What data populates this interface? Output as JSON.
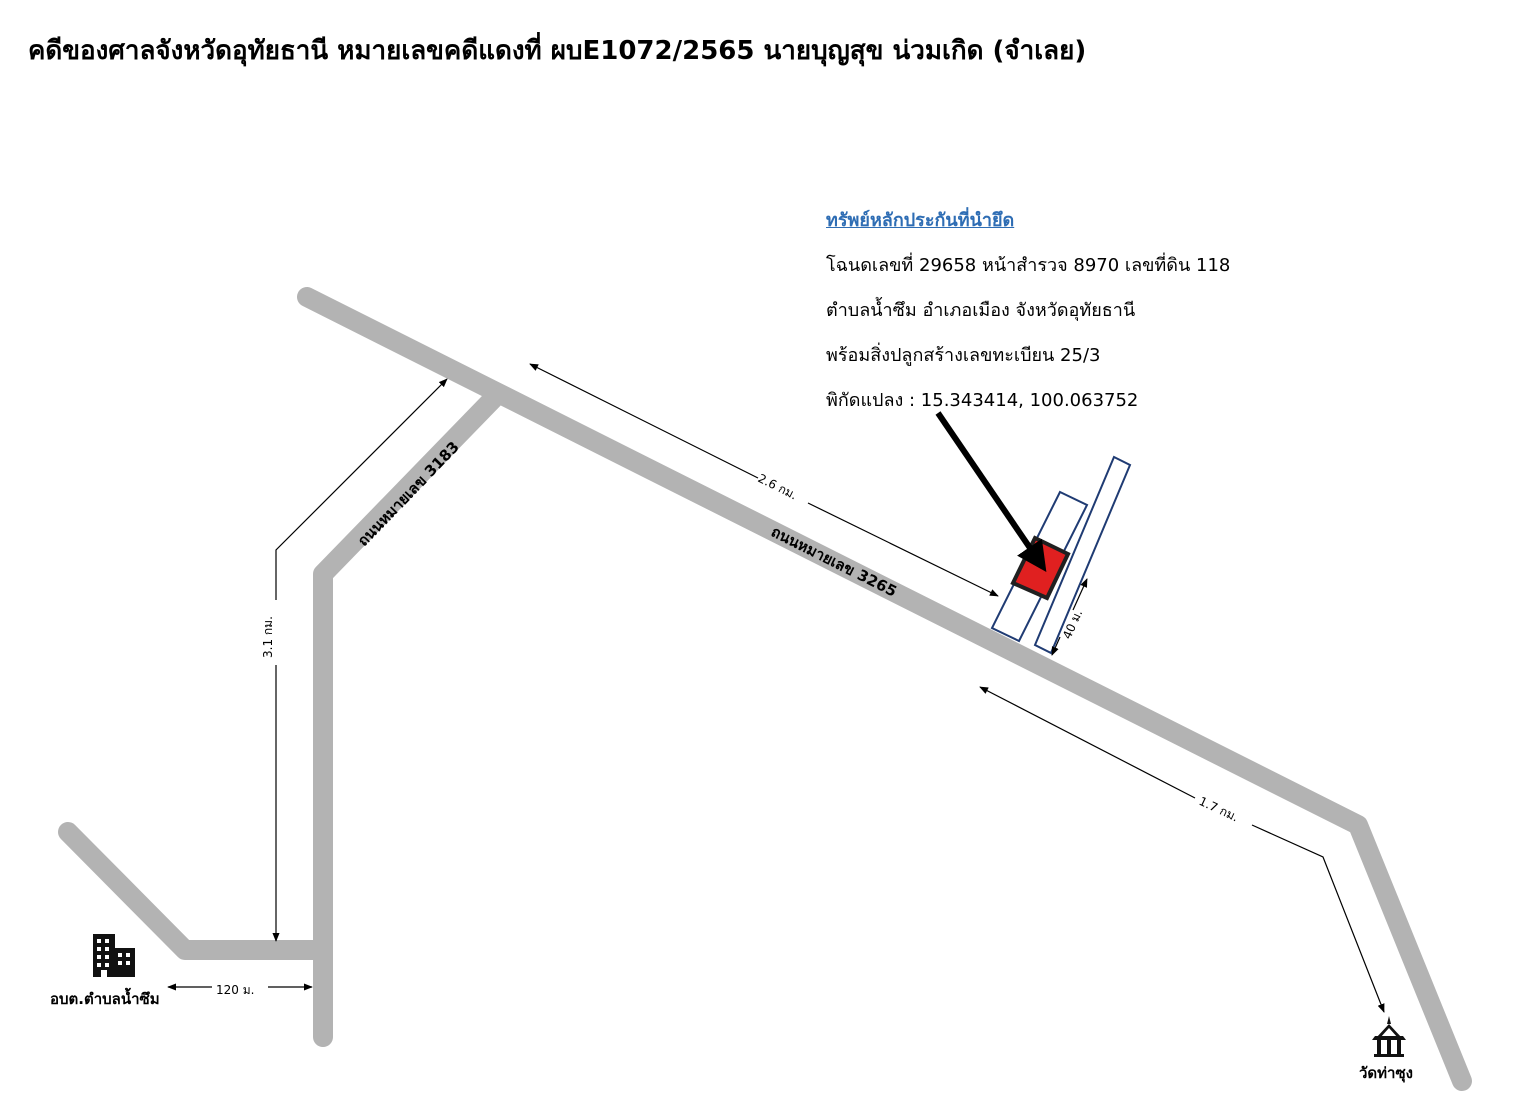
{
  "title": "คดีของศาลจังหวัดอุทัยธานี หมายเลขคดีแดงที่ ผบE1072/2565 นายบุญสุข  น่วมเกิด (จำเลย)",
  "property_info": {
    "heading": "ทรัพย์หลักประกันที่นำยึด",
    "lines": [
      "โฉนดเลขที่ 29658 หน้าสำรวจ 8970 เลขที่ดิน 118",
      "ตำบลน้ำซึม อำเภอเมือง จังหวัดอุทัยธานี",
      "พร้อมสิ่งปลูกสร้างเลขทะเบียน 25/3",
      "พิกัดแปลง : 15.343414, 100.063752"
    ]
  },
  "roads": {
    "road_3265": "ถนนหมายเลข 3265",
    "road_3183": "ถนนหมายเลข 3183"
  },
  "distances": {
    "d_2_6km": "2.6 กม.",
    "d_3_1km": "3.1 กม.",
    "d_1_7km": "1.7 กม.",
    "d_120m": "120 ม.",
    "d_40m": "40 ม."
  },
  "places": {
    "sao_office": "อบต.ตำบลน้ำซึม",
    "temple": "วัดท่าซุง"
  },
  "colors": {
    "road": "#b3b3b3",
    "parcel_outline": "#1f3b73",
    "target_fill": "#e02020",
    "heading_link": "#2e6db4"
  },
  "icons": {
    "office": "office-building-icon",
    "temple": "temple-icon"
  }
}
